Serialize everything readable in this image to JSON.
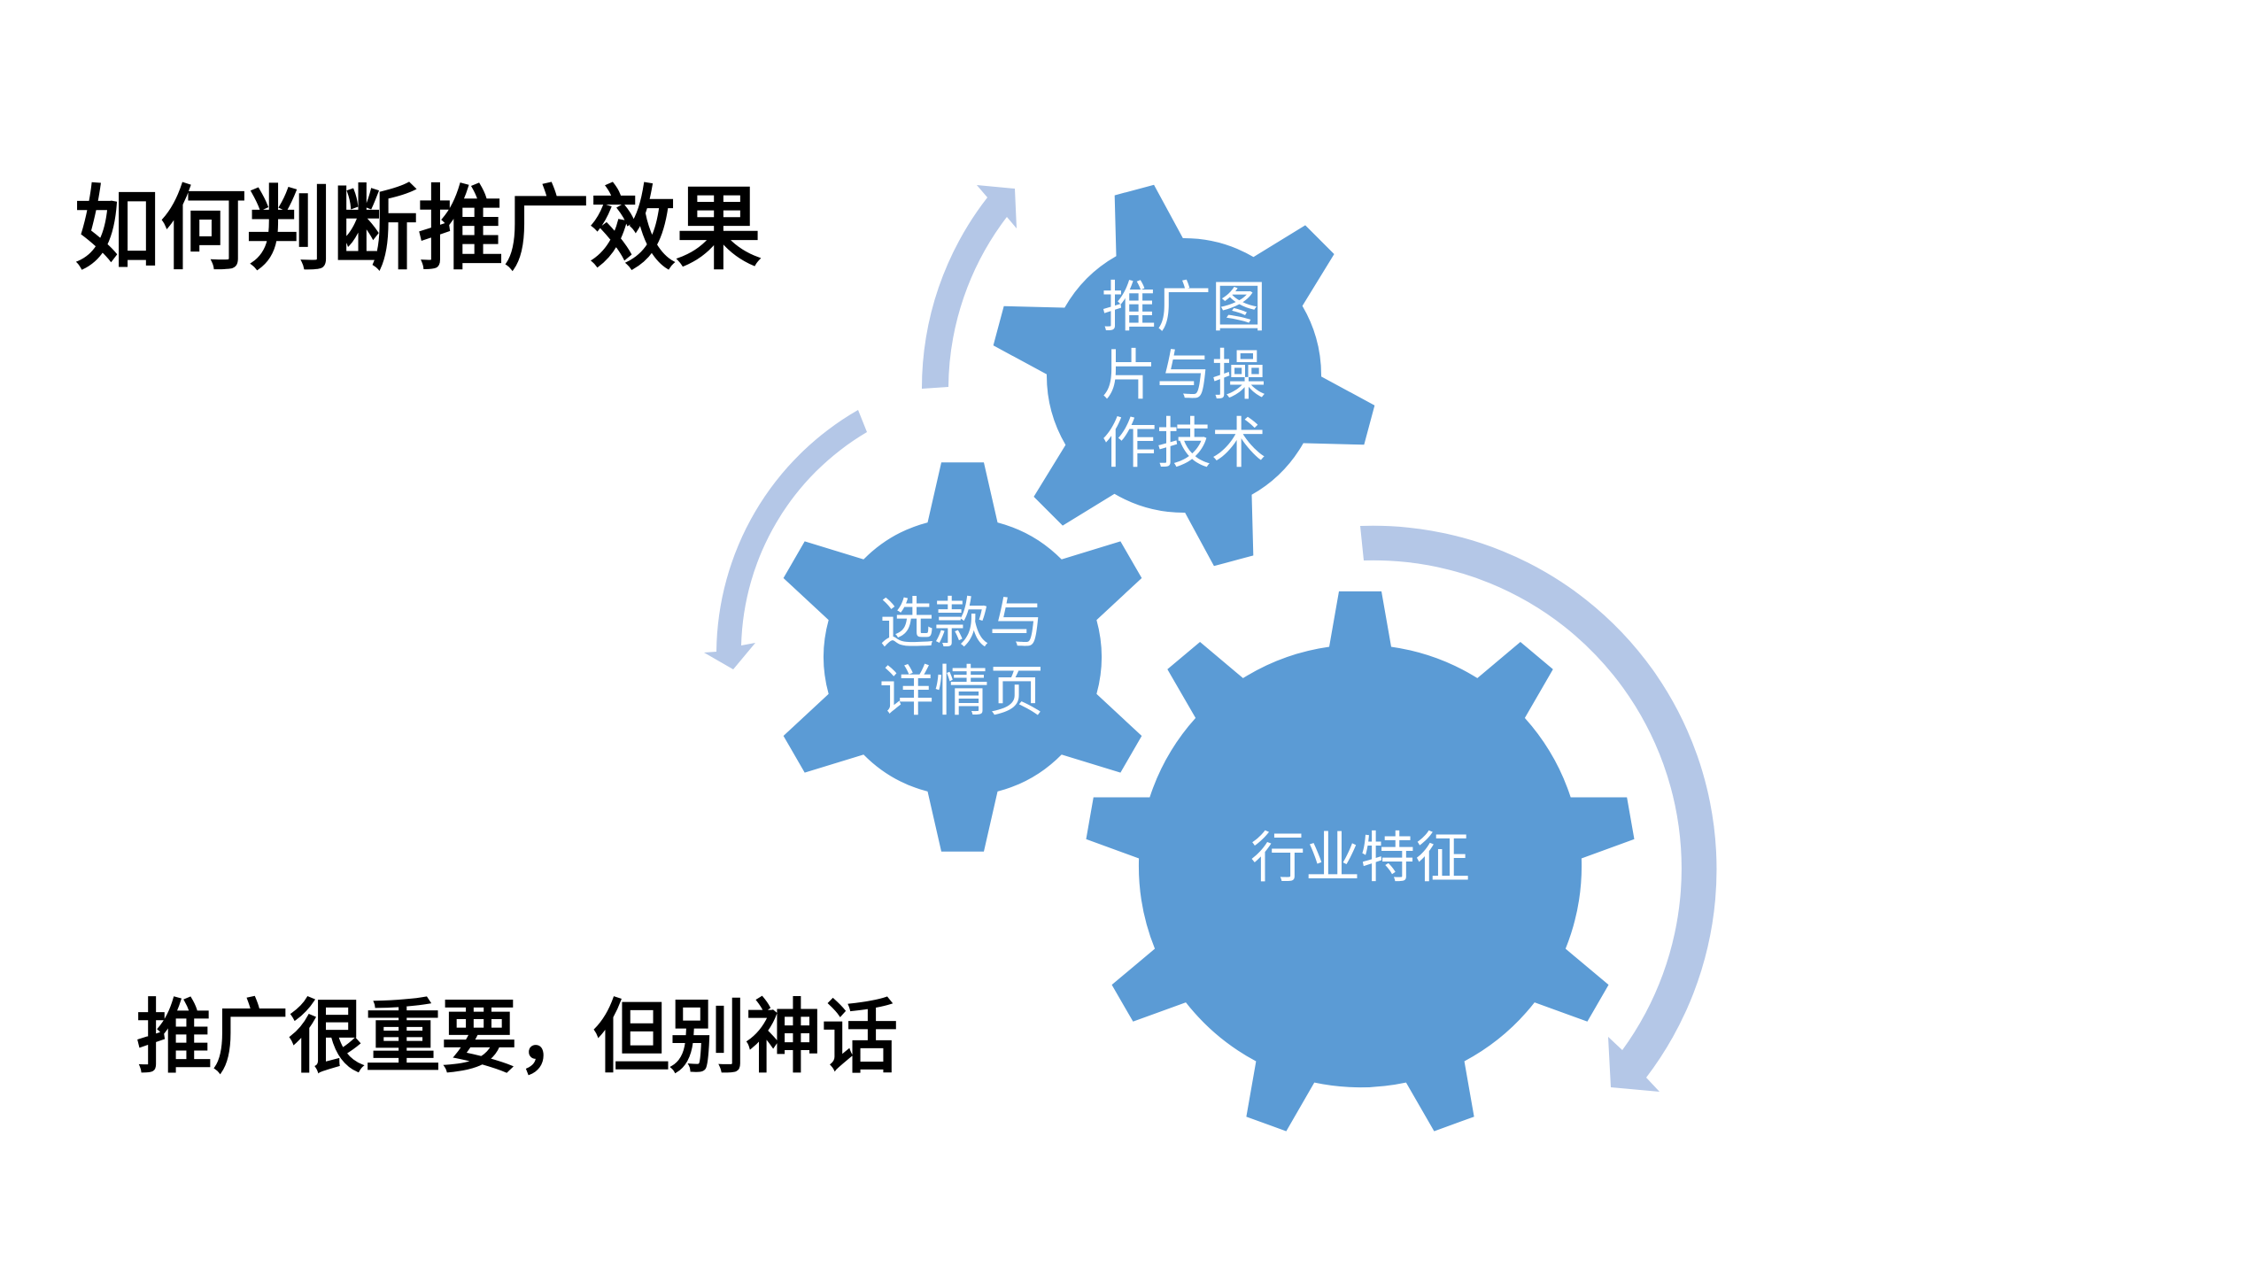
{
  "slide": {
    "title": "如何判断推广效果",
    "subtitle": "推广很重要，但别神话"
  },
  "diagram": {
    "type": "gear-cycle",
    "gears": [
      {
        "lines": [
          "推广图",
          "片与操",
          "作技术"
        ]
      },
      {
        "lines": [
          "选款与",
          "详情页"
        ]
      },
      {
        "lines": [
          "行业特征"
        ]
      }
    ],
    "arrows": [
      {
        "icon": "curved-arrow-up",
        "direction": "clockwise"
      },
      {
        "icon": "curved-arrow-down-left",
        "direction": "counterclockwise"
      },
      {
        "icon": "curved-arrow-right",
        "direction": "clockwise"
      }
    ]
  },
  "colors": {
    "background": "#FFFFFF",
    "title_text": "#000000",
    "gear_fill": "#5B9BD5",
    "arrow_fill": "#B4C7E7",
    "gear_text": "#FFFFFF"
  }
}
